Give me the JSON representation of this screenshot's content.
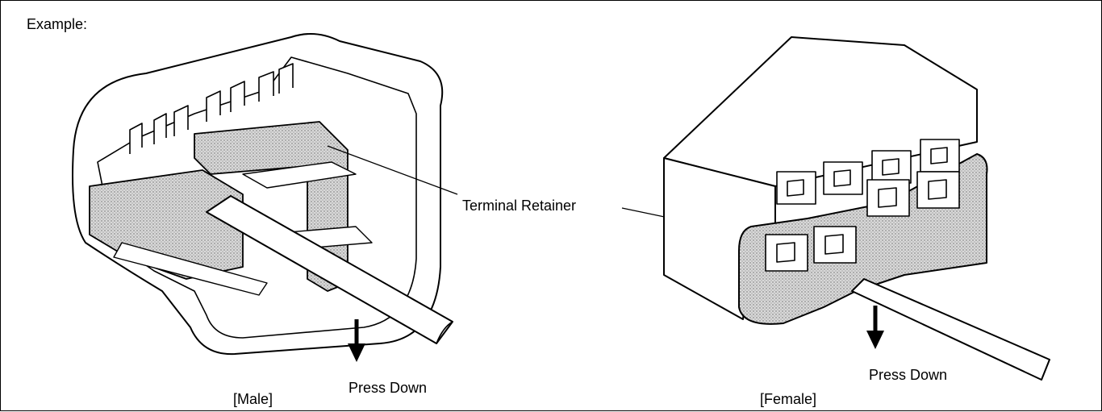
{
  "example_label": "Example:",
  "callout_label": "Terminal Retainer",
  "male": {
    "caption": "[Male]",
    "action": "Press Down"
  },
  "female": {
    "caption": "[Female]",
    "action": "Press Down"
  },
  "colors": {
    "line": "#000000",
    "body": "#ffffff",
    "retainer_fill": "#c8c8c8"
  }
}
